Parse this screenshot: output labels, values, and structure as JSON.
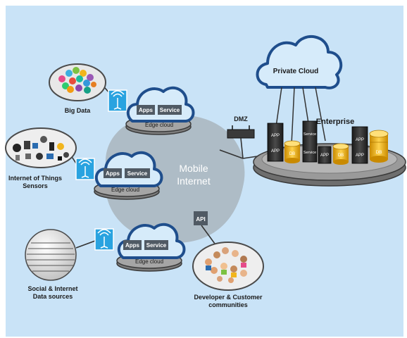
{
  "diagram": {
    "labels": {
      "big_data": "Big Data",
      "iot_line1": "Internet of Things",
      "iot_line2": "Sensors",
      "social_line1": "Social & Internet",
      "social_line2": "Data sources",
      "dev_line1": "Developer & Customer",
      "dev_line2": "communities",
      "mobile_line1": "Mobile",
      "mobile_line2": "Internet",
      "api": "API",
      "dmz": "DMZ",
      "private_cloud": "Private Cloud",
      "enterprise": "Enterprise"
    },
    "edge_clouds": [
      {
        "apps": "Apps",
        "service": "Service",
        "label": "Edge cloud"
      },
      {
        "apps": "Apps",
        "service": "Service",
        "label": "Edge cloud"
      },
      {
        "apps": "Apps",
        "service": "Service",
        "label": "Edge cloud"
      }
    ],
    "enterprise_servers": {
      "app": "APP",
      "service": "Service",
      "db": "DB"
    },
    "colors": {
      "background": "#c9e3f7",
      "cloud_outline": "#1f4e8c",
      "wifi_badge": "#29a3e0",
      "mobile_blob": "#aebcc6",
      "platform": "#8a8a8a",
      "db_gold": "#f2b51c"
    }
  }
}
